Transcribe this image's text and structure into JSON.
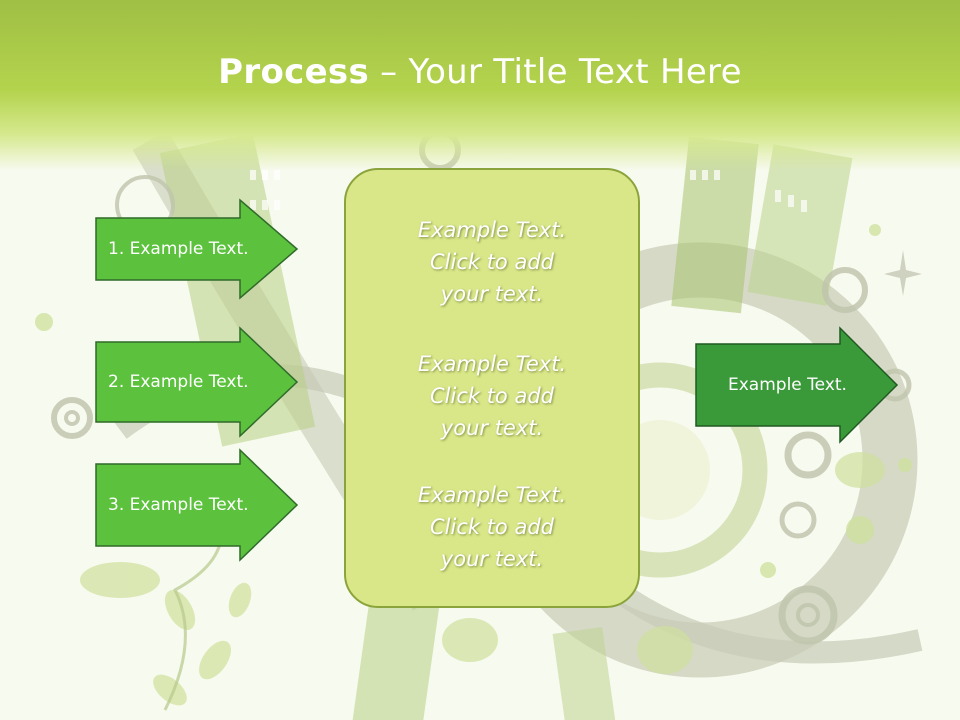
{
  "title": {
    "bold": "Process",
    "rest": " – Your Title Text Here"
  },
  "left_arrows": [
    {
      "label": "1. Example Text."
    },
    {
      "label": "2. Example Text."
    },
    {
      "label": "3. Example Text."
    }
  ],
  "center_box": {
    "paragraphs": [
      "Example Text.\nClick  to add\nyour text.",
      "Example Text.\nClick  to add\nyour text.",
      "Example Text.\nClick  to add\nyour text."
    ]
  },
  "right_arrow": {
    "label": "Example Text."
  },
  "colors": {
    "header_green": "#b4d34d",
    "arrow_green": "#5cc23e",
    "arrow_dark_green": "#3a9a3a",
    "box_fill": "#d9e788",
    "box_border": "#8aa33b"
  }
}
